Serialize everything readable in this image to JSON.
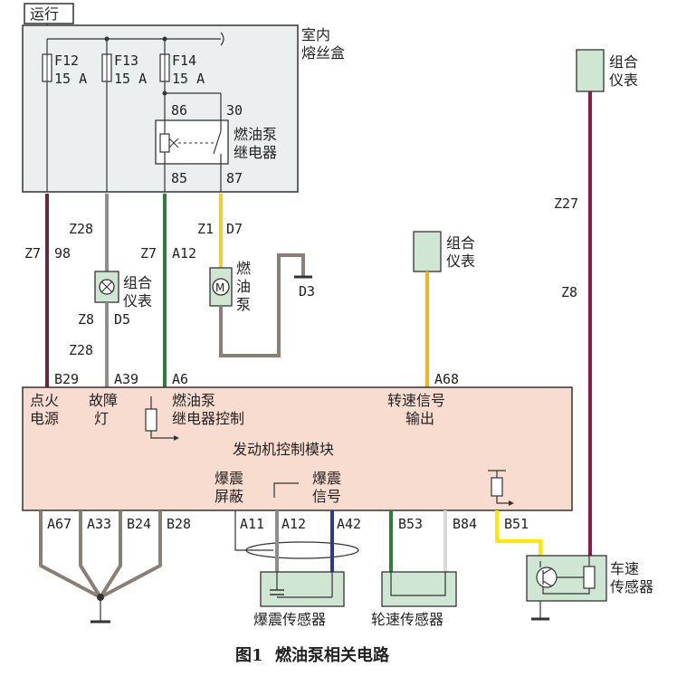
{
  "top_label": "运行",
  "fuse_box": {
    "title_line1": "室内",
    "title_line2": "熔丝盒"
  },
  "fuses": [
    {
      "name": "F12",
      "rating": "15 A"
    },
    {
      "name": "F13",
      "rating": "15 A"
    },
    {
      "name": "F14",
      "rating": "15 A"
    }
  ],
  "relay": {
    "title_line1": "燃油泵",
    "title_line2": "继电器",
    "pins": {
      "p86": "86",
      "p30": "30",
      "p85": "85",
      "p87": "87"
    }
  },
  "cluster_left": {
    "line1": "组合",
    "line2": "仪表"
  },
  "cluster_mid": {
    "line1": "组合",
    "line2": "仪表"
  },
  "cluster_right": {
    "line1": "组合",
    "line2": "仪表"
  },
  "pump": {
    "line1": "燃",
    "line2": "油",
    "line3": "泵",
    "motor_symbol": "M"
  },
  "ground_d3": "D3",
  "connectors": {
    "z7a": "Z7",
    "n98": "98",
    "z28a": "Z28",
    "z7b": "Z7",
    "a12top": "A12",
    "z1": "Z1",
    "d7": "D7",
    "z8a": "Z8",
    "d5": "D5",
    "z28b": "Z28",
    "z27": "Z27",
    "z8b": "Z8"
  },
  "ecm": {
    "title": "发动机控制模块",
    "pins_top": {
      "b29": "B29",
      "a39": "A39",
      "a6": "A6",
      "a68": "A68"
    },
    "ignition": {
      "line1": "点火",
      "line2": "电源"
    },
    "fault": {
      "line1": "故障",
      "line2": "灯"
    },
    "relay_ctrl": {
      "line1": "燃油泵",
      "line2": "继电器控制"
    },
    "speed": {
      "line1": "转速信号",
      "line2": "输出"
    },
    "knock_shield": {
      "line1": "爆震",
      "line2": "屏蔽"
    },
    "knock_signal": {
      "line1": "爆震",
      "line2": "信号"
    },
    "pins_bottom": {
      "a67": "A67",
      "a33": "A33",
      "b24": "B24",
      "b28": "B28",
      "a11": "A11",
      "a12": "A12",
      "a42": "A42",
      "b53": "B53",
      "b84": "B84",
      "b51": "B51"
    }
  },
  "knock_sensor": "爆震传感器",
  "wheel_sensor": "轮速传感器",
  "vss": {
    "line1": "车速",
    "line2": "传感器"
  },
  "caption": {
    "fig": "图1",
    "title": "燃油泵相关电路"
  },
  "colors": {
    "box_fill": "#ecefef",
    "ecm_fill": "#f9dcd0",
    "cluster_fill": "#cfe6d3",
    "wire_purple": "#6b2346",
    "wire_gray": "#8d8d8d",
    "wire_green": "#2e7d3a",
    "wire_yellow": "#f1cd3a",
    "wire_brown_gray": "#8a7f74",
    "wire_blue": "#2a3b8f",
    "wire_white": "#e8e8e8",
    "wire_crimson": "#8c1c44",
    "wire_yellow_bright": "#ffe800"
  }
}
